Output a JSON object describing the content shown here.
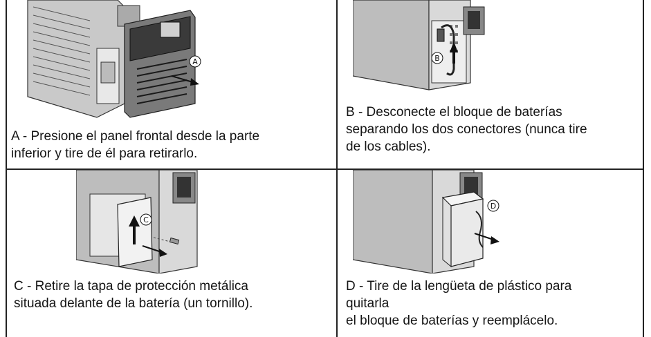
{
  "steps": [
    {
      "id": "A",
      "marker": "A",
      "caption": "A - Presione el panel frontal desde la parte\ninferior y tire de él para retirarlo."
    },
    {
      "id": "B",
      "marker": "B",
      "caption": "B - Desconecte el bloque de baterías\nseparando los dos conectores (nunca tire\nde los cables)."
    },
    {
      "id": "C",
      "marker": "C",
      "caption": "C - Retire la tapa de protección metálica\nsituada delante de la batería (un tornillo)."
    },
    {
      "id": "D",
      "marker": "D",
      "caption": "D - Tire de la lengüeta de plástico para\nquitarla\nel bloque de baterías y reemplácelo."
    }
  ]
}
